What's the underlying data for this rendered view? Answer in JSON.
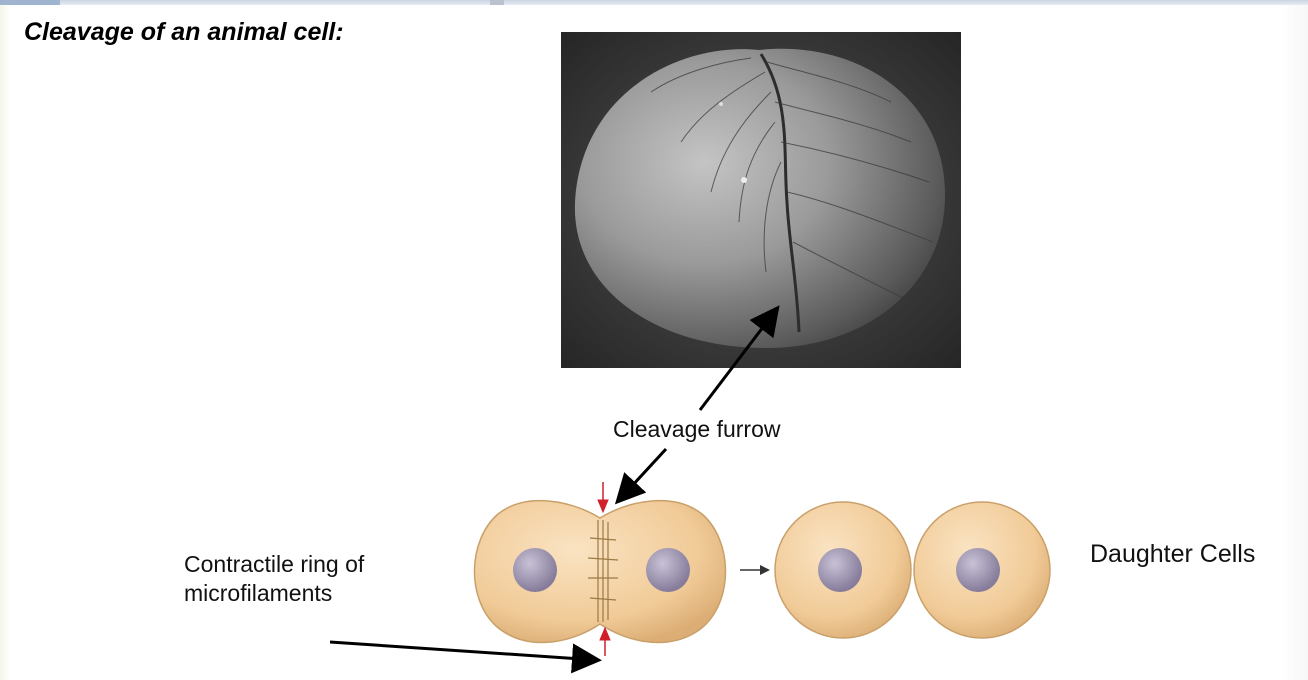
{
  "slide": {
    "title": "Cleavage of an animal cell:"
  },
  "labels": {
    "cleavage_furrow": "Cleavage furrow",
    "contractile_ring_line1": "Contractile ring of",
    "contractile_ring_line2": "microfilaments",
    "daughter_cells": "Daughter Cells"
  },
  "colors": {
    "cell_fill": "#f3cf9f",
    "nucleus": "#9c93ad",
    "ring_arrow": "#d0202a",
    "micrograph_bg": "#3a3a3a"
  }
}
